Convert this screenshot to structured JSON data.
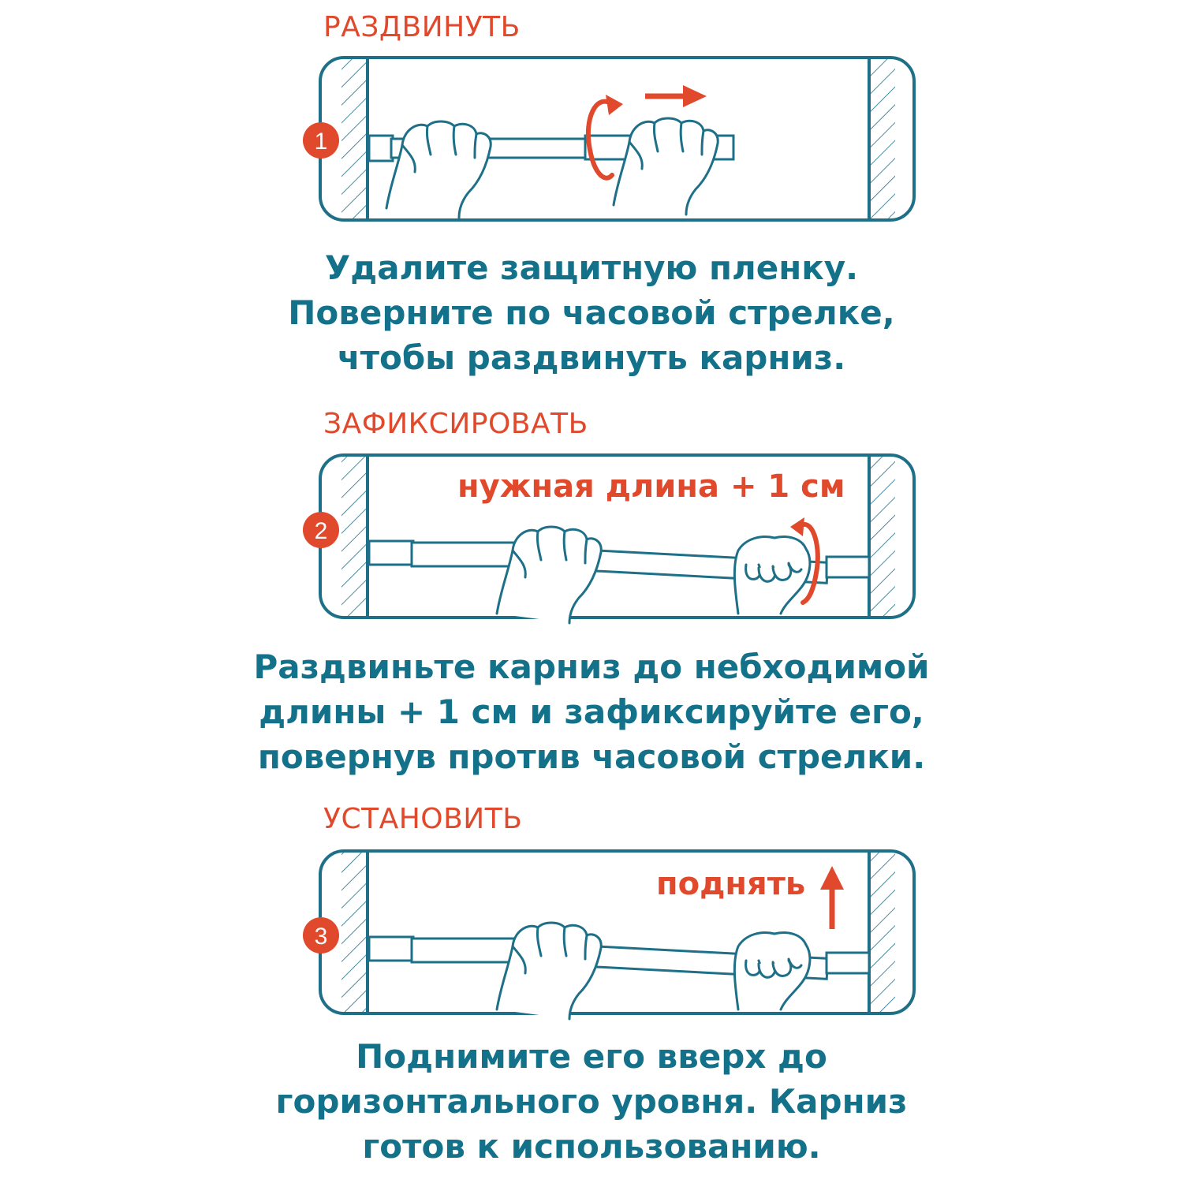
{
  "colors": {
    "accent": "#e0492b",
    "teal": "#14718a",
    "frame": "#1e7088"
  },
  "steps": [
    {
      "title": "РАЗДВИНУТЬ",
      "number": "1",
      "panel_label": "",
      "description": [
        "Удалите защитную пленку.",
        "Поверните по часовой стрелке,",
        "чтобы раздвинуть карниз."
      ]
    },
    {
      "title": "ЗАФИКСИРОВАТЬ",
      "number": "2",
      "panel_label": "нужная длина + 1 см",
      "description": [
        "Раздвиньте карниз до небходимой",
        "длины + 1 см и зафиксируйте его,",
        "повернув против часовой стрелки."
      ]
    },
    {
      "title": "УСТАНОВИТЬ",
      "number": "3",
      "panel_label": "поднять",
      "description": [
        "Поднимите его вверх до",
        "горизонтального уровня. Карниз",
        "готов к использованию."
      ]
    }
  ]
}
